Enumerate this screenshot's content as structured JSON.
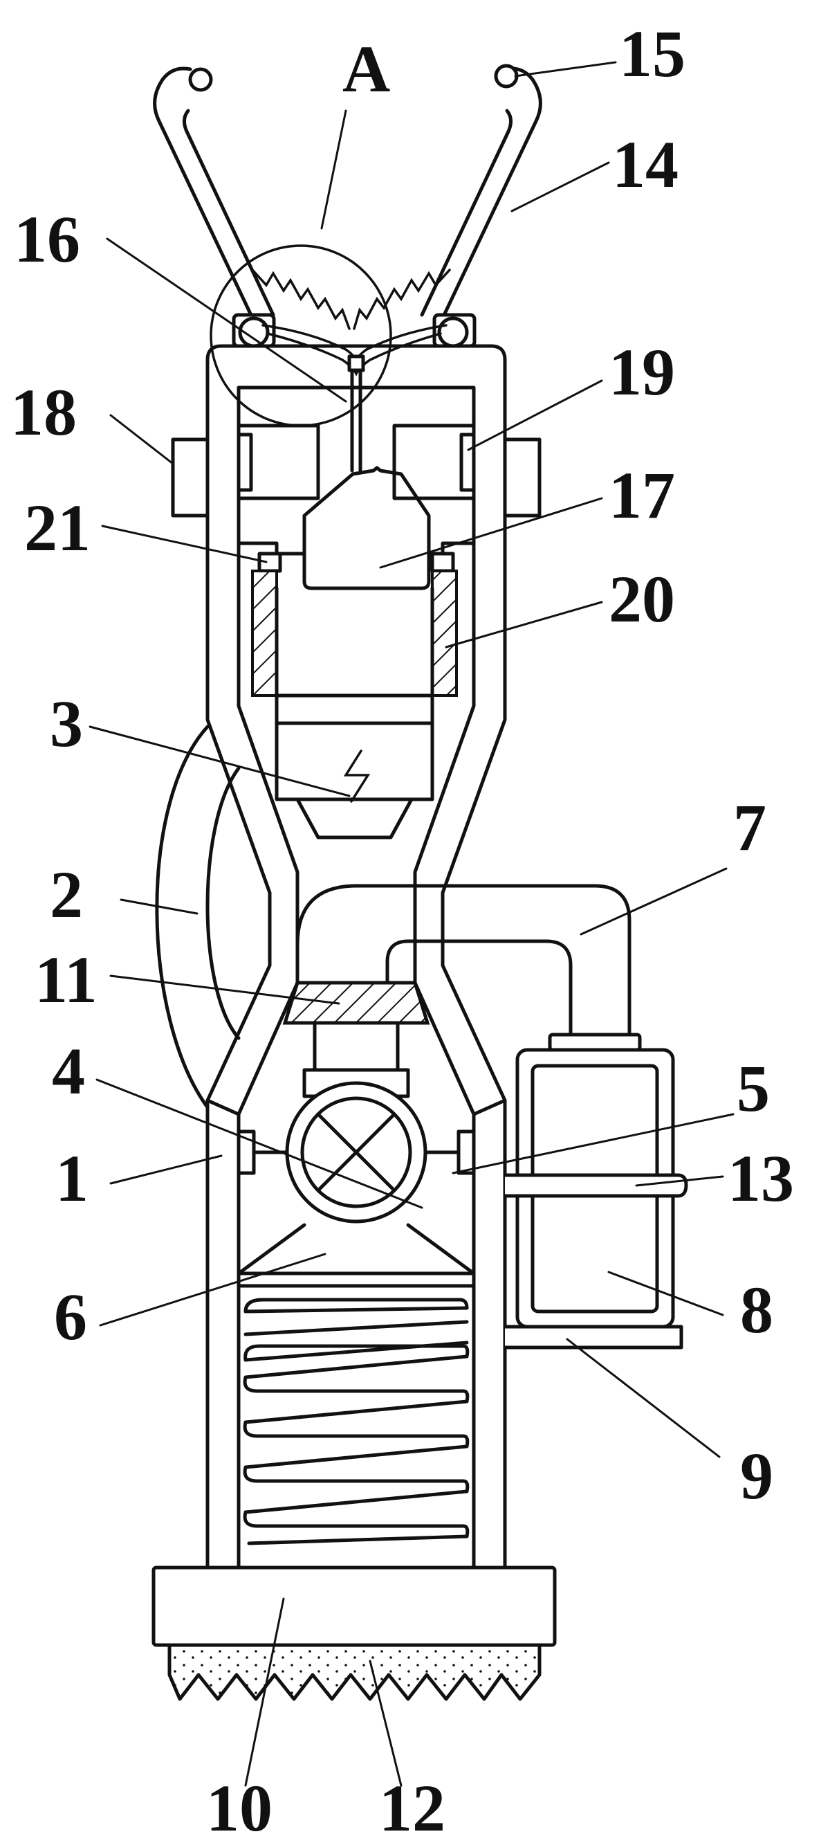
{
  "labels": [
    {
      "id": "A",
      "text": "A"
    },
    {
      "id": "15",
      "text": "15"
    },
    {
      "id": "14",
      "text": "14"
    },
    {
      "id": "16",
      "text": "16"
    },
    {
      "id": "19",
      "text": "19"
    },
    {
      "id": "18",
      "text": "18"
    },
    {
      "id": "17",
      "text": "17"
    },
    {
      "id": "21",
      "text": "21"
    },
    {
      "id": "20",
      "text": "20"
    },
    {
      "id": "3",
      "text": "3"
    },
    {
      "id": "7",
      "text": "7"
    },
    {
      "id": "2",
      "text": "2"
    },
    {
      "id": "11",
      "text": "11"
    },
    {
      "id": "4",
      "text": "4"
    },
    {
      "id": "5",
      "text": "5"
    },
    {
      "id": "1",
      "text": "1"
    },
    {
      "id": "13",
      "text": "13"
    },
    {
      "id": "6",
      "text": "6"
    },
    {
      "id": "8",
      "text": "8"
    },
    {
      "id": "9",
      "text": "9"
    },
    {
      "id": "10",
      "text": "10"
    },
    {
      "id": "12",
      "text": "12"
    }
  ]
}
